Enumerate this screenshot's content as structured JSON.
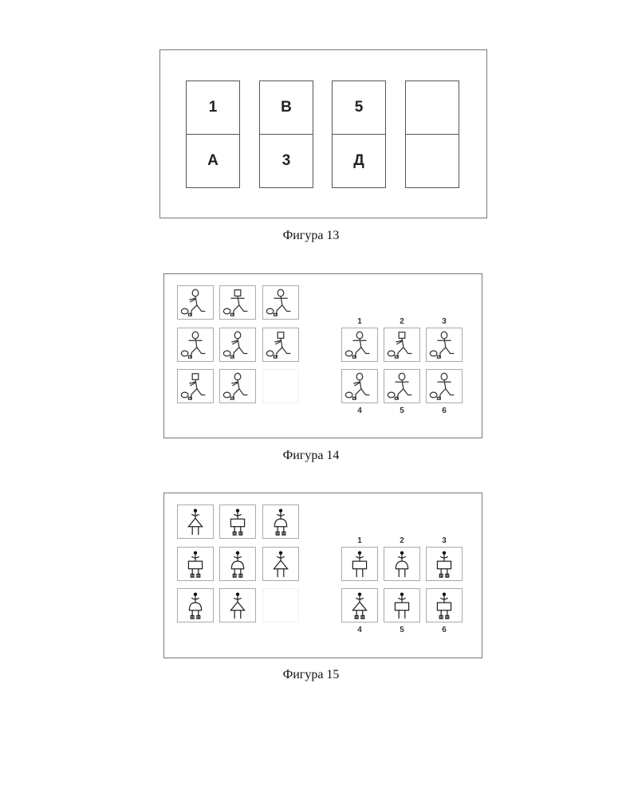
{
  "figure13": {
    "caption": "Фигура 13",
    "top_row": [
      "1",
      "В",
      "5",
      ""
    ],
    "bottom_row": [
      "А",
      "3",
      "Д",
      ""
    ]
  },
  "figure14": {
    "caption": "Фигура 14",
    "option_numbers": [
      "1",
      "2",
      "3",
      "4",
      "5",
      "6"
    ]
  },
  "figure15": {
    "caption": "Фигура 15",
    "option_numbers": [
      "1",
      "2",
      "3",
      "4",
      "5",
      "6"
    ]
  }
}
